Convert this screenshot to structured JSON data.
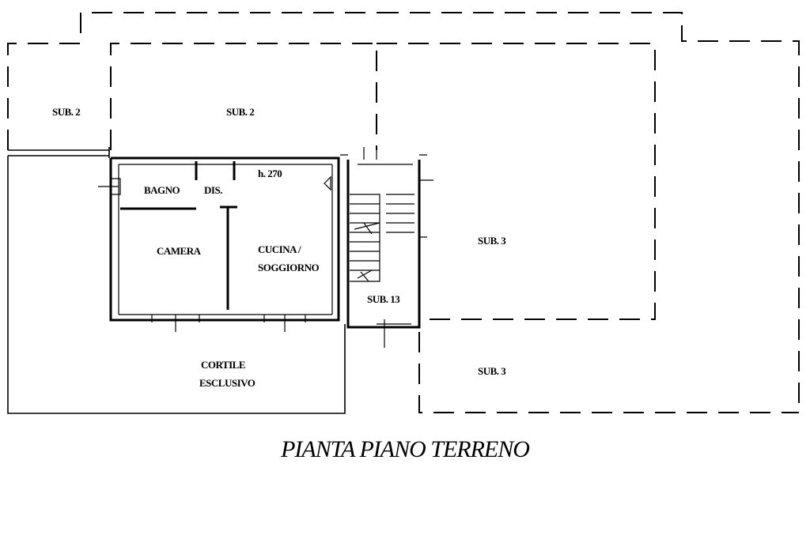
{
  "labels": {
    "sub2_left": "SUB. 2",
    "sub2_center": "SUB. 2",
    "sub3_upper": "SUB. 3",
    "sub3_lower": "SUB. 3",
    "sub13": "SUB. 13",
    "bagno": "BAGNO",
    "dis": "DIS.",
    "height": "h. 270",
    "camera": "CAMERA",
    "cucina_line1": "CUCINA /",
    "cucina_line2": "SOGGIORNO",
    "cortile_line1": "CORTILE",
    "cortile_line2": "ESCLUSIVO"
  },
  "title": "PIANTA PIANO TERRENO"
}
